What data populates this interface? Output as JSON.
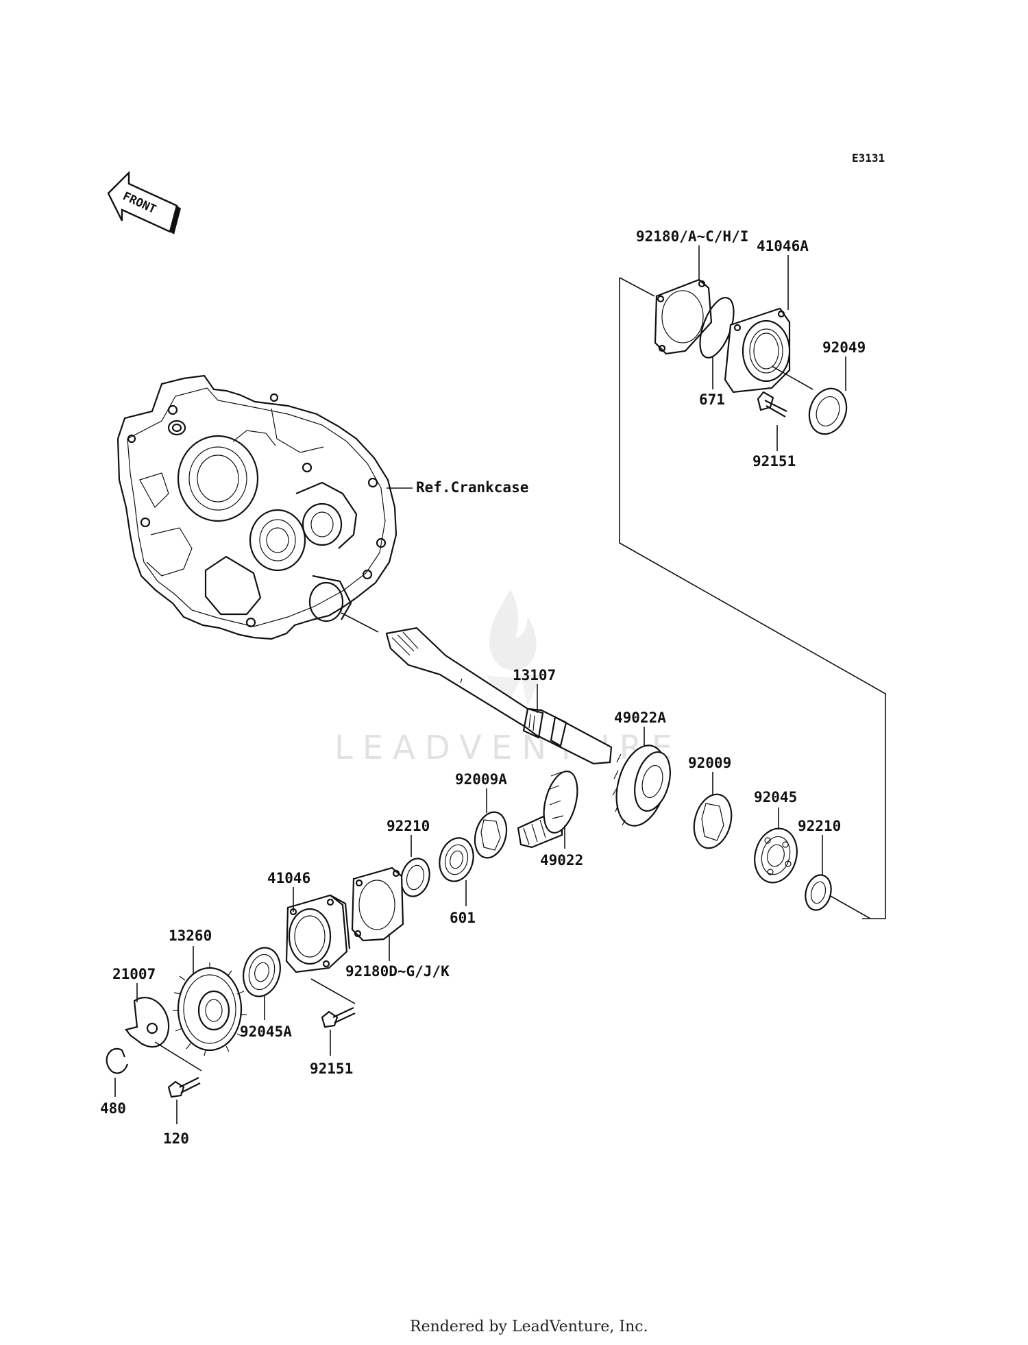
{
  "diagram_code": "E3131",
  "front_label": "FRONT",
  "reference_label": "Ref.Crankcase",
  "footer": "Rendered by LeadVenture, Inc.",
  "watermark": "LEADVENTURE",
  "callouts": {
    "c92180_a": "92180/A~C/H/I",
    "c41046a": "41046A",
    "c92049": "92049",
    "c671": "671",
    "c92151_top": "92151",
    "c13107": "13107",
    "c49022a": "49022A",
    "c92009": "92009",
    "c92009a": "92009A",
    "c92045": "92045",
    "c92210_right": "92210",
    "c92210_left": "92210",
    "c49022": "49022",
    "c601": "601",
    "c41046": "41046",
    "c92180_d": "92180D~G/J/K",
    "c13260": "13260",
    "c21007": "21007",
    "c92045a": "92045A",
    "c92151_bottom": "92151",
    "c480": "480",
    "c120": "120"
  }
}
